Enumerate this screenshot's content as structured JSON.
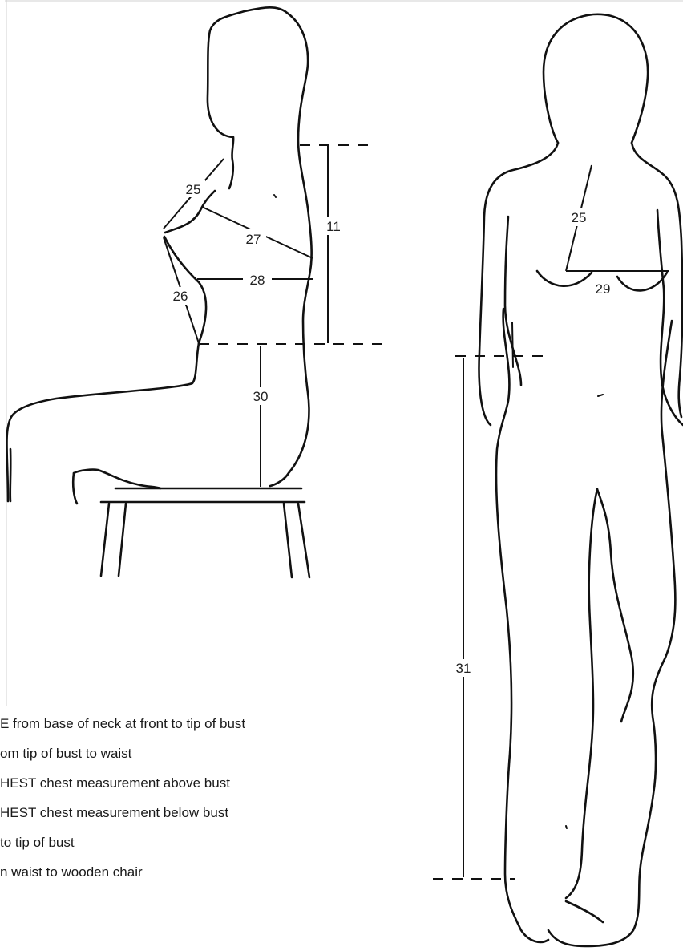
{
  "labels": {
    "seated_neck_to_bust": "25",
    "seated_bust_to_waist": "26",
    "upper_chest": "27",
    "lower_chest": "28",
    "torso_height": "11",
    "waist_to_chair": "30",
    "standing_neck_to_bust": "25",
    "bust_point_span": "29",
    "waist_to_floor": "31"
  },
  "legend": [
    "E from base of neck at front to tip of bust",
    "om tip of bust to waist",
    "HEST chest measurement above bust",
    "HEST chest measurement below bust",
    "to tip of bust",
    "n waist to wooden chair"
  ]
}
